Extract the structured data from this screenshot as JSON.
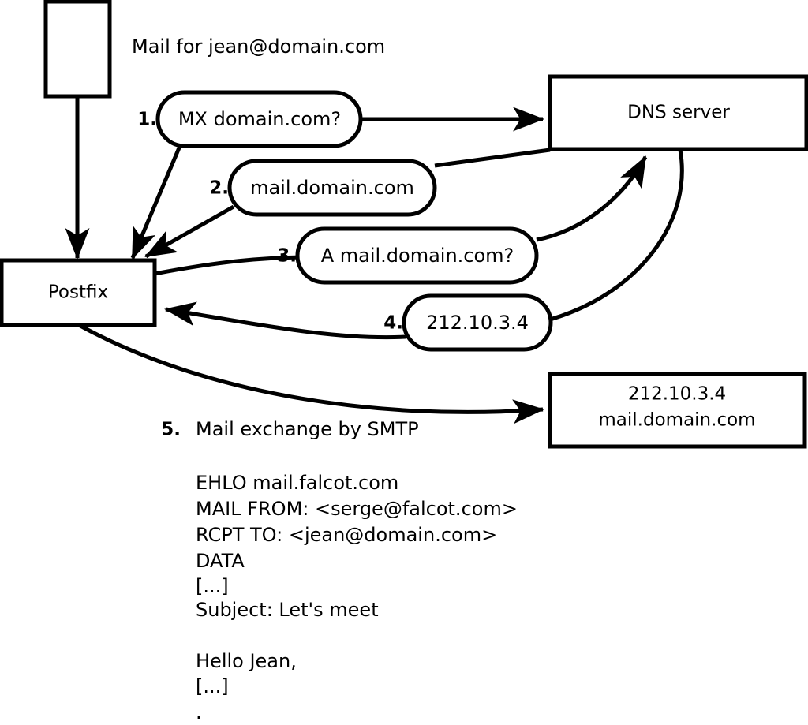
{
  "diagram": {
    "title_label": "Mail for jean@domain.com",
    "nodes": [
      {
        "id": "sender-host",
        "label": ""
      },
      {
        "id": "postfix",
        "label": "Postfix"
      },
      {
        "id": "dns-server",
        "label": "DNS server"
      },
      {
        "id": "remote-mail-server",
        "line1": "212.10.3.4",
        "line2": "mail.domain.com"
      }
    ],
    "steps": [
      {
        "num": "1.",
        "label": "MX domain.com?"
      },
      {
        "num": "2.",
        "label": "mail.domain.com"
      },
      {
        "num": "3.",
        "label": "A mail.domain.com?"
      },
      {
        "num": "4.",
        "label": "212.10.3.4"
      },
      {
        "num": "5.",
        "label": "Mail exchange by SMTP"
      }
    ],
    "transcript": [
      "EHLO mail.falcot.com",
      "MAIL FROM: <serge@falcot.com>",
      "RCPT TO: <jean@domain.com>",
      "DATA",
      "[...]",
      "Subject: Let's meet",
      "",
      "Hello Jean,",
      "[...]",
      "."
    ],
    "colors": {
      "stroke": "#000000",
      "fill": "#ffffff",
      "text": "#000000"
    }
  }
}
